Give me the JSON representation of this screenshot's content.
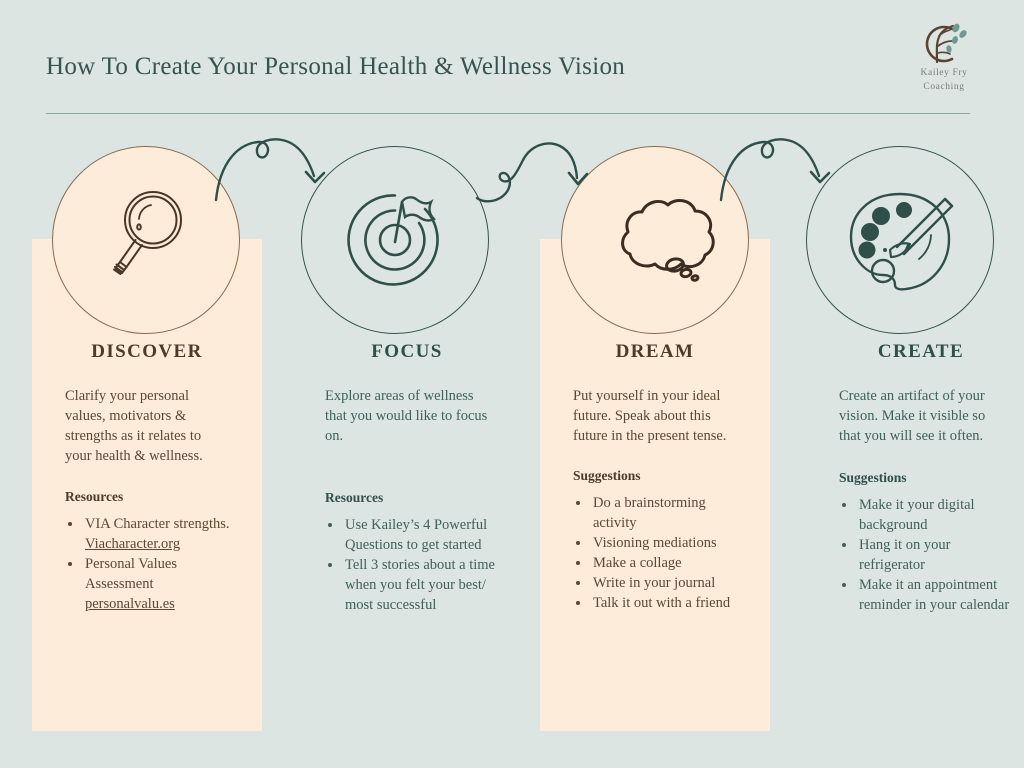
{
  "header": {
    "title": "How To Create Your Personal Health & Wellness Vision",
    "logo_line1": "Kailey Fry",
    "logo_line2": "Coaching",
    "logo_alt": "tree-branch-circle-logo"
  },
  "colors": {
    "background": "#dde5e3",
    "panel": "#fdecda",
    "teal": "#2f4f49",
    "brown": "#4c3a2b",
    "rule": "#8ba6a1"
  },
  "columns": [
    {
      "icon": "magnifying-glass-icon",
      "title": "DISCOVER",
      "body": "Clarify your personal values, motivators & strengths as it relates to your health & wellness.",
      "sub": "Resources",
      "items": [
        {
          "text": "VIA Character strengths. ",
          "link": "Viacharacter.org"
        },
        {
          "text": "Personal Values Assessment ",
          "link": "personalvalu.es"
        }
      ]
    },
    {
      "icon": "target-with-flag-icon",
      "title": "FOCUS",
      "body": "Explore areas of wellness that you would like to focus on.",
      "sub": "Resources",
      "items": [
        {
          "text": "Use Kailey’s 4 Powerful Questions to get started",
          "link": ""
        },
        {
          "text": "Tell 3 stories about a time when you felt your best/ most successful",
          "link": ""
        }
      ]
    },
    {
      "icon": "thought-bubble-icon",
      "title": "DREAM",
      "body": "Put yourself in your ideal future. Speak about this future in the present tense.",
      "sub": "Suggestions",
      "items": [
        {
          "text": "Do a brainstorming activity",
          "link": ""
        },
        {
          "text": "Visioning mediations",
          "link": ""
        },
        {
          "text": "Make a collage",
          "link": ""
        },
        {
          "text": "Write in your journal",
          "link": ""
        },
        {
          "text": "Talk it out with a friend",
          "link": ""
        }
      ]
    },
    {
      "icon": "paint-palette-icon",
      "title": "CREATE",
      "body": "Create an artifact of your vision. Make it visible so that you will see it often.",
      "sub": "Suggestions",
      "items": [
        {
          "text": "Make it your digital background",
          "link": ""
        },
        {
          "text": "Hang it on your refrigerator",
          "link": ""
        },
        {
          "text": "Make it an appointment reminder in your calendar",
          "link": ""
        }
      ]
    }
  ],
  "connectors": [
    {
      "name": "arrow-discover-to-focus"
    },
    {
      "name": "arrow-focus-to-dream"
    },
    {
      "name": "arrow-dream-to-create"
    }
  ]
}
